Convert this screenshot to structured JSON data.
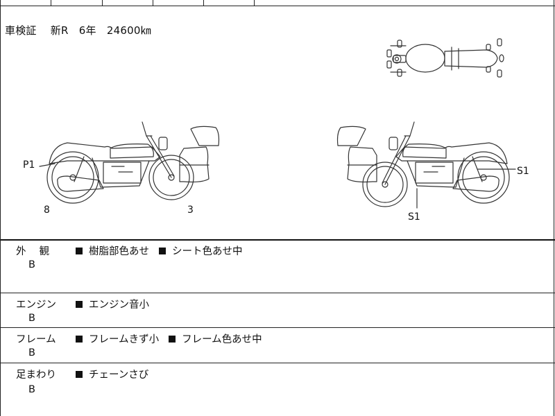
{
  "registration": {
    "text": "車検証　 新R　6年　24600㎞"
  },
  "diagram": {
    "labels": {
      "left_rear": "P1",
      "left_number_rear": "8",
      "left_number_front": "3",
      "right_rear": "S1",
      "right_bottom": "S1"
    }
  },
  "sections": [
    {
      "category": "外　 観",
      "grade": "B",
      "notes": [
        "樹脂部色あせ",
        "シート色あせ中"
      ]
    },
    {
      "category": "エンジン",
      "grade": "B",
      "notes": [
        "エンジン音小"
      ]
    },
    {
      "category": "フレーム",
      "grade": "B",
      "notes": [
        "フレームきず小",
        "フレーム色あせ中"
      ]
    },
    {
      "category": "足まわり",
      "grade": "B",
      "notes": [
        "チェーンさび"
      ]
    }
  ]
}
